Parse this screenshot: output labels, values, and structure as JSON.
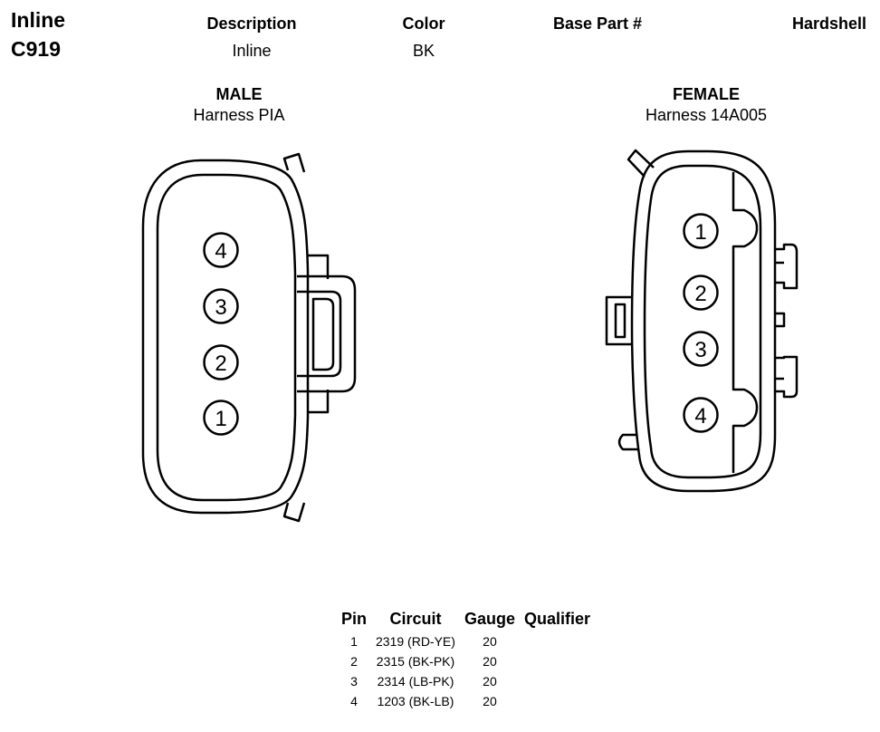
{
  "connector": {
    "line1": "Inline",
    "line2": "C919"
  },
  "header": {
    "description_label": "Description",
    "color_label": "Color",
    "base_part_label": "Base Part #",
    "hardshell_label": "Hardshell"
  },
  "values": {
    "description": "Inline",
    "color": "BK"
  },
  "male": {
    "title": "MALE",
    "harness": "Harness PIA",
    "pins": [
      "4",
      "3",
      "2",
      "1"
    ]
  },
  "female": {
    "title": "FEMALE",
    "harness": "Harness 14A005",
    "pins": [
      "1",
      "2",
      "3",
      "4"
    ]
  },
  "pin_table": {
    "headers": [
      "Pin",
      "Circuit",
      "Gauge",
      "Qualifier"
    ],
    "rows": [
      {
        "pin": "1",
        "circuit": "2319 (RD-YE)",
        "gauge": "20",
        "qualifier": ""
      },
      {
        "pin": "2",
        "circuit": "2315 (BK-PK)",
        "gauge": "20",
        "qualifier": ""
      },
      {
        "pin": "3",
        "circuit": "2314 (LB-PK)",
        "gauge": "20",
        "qualifier": ""
      },
      {
        "pin": "4",
        "circuit": "1203 (BK-LB)",
        "gauge": "20",
        "qualifier": ""
      }
    ]
  }
}
